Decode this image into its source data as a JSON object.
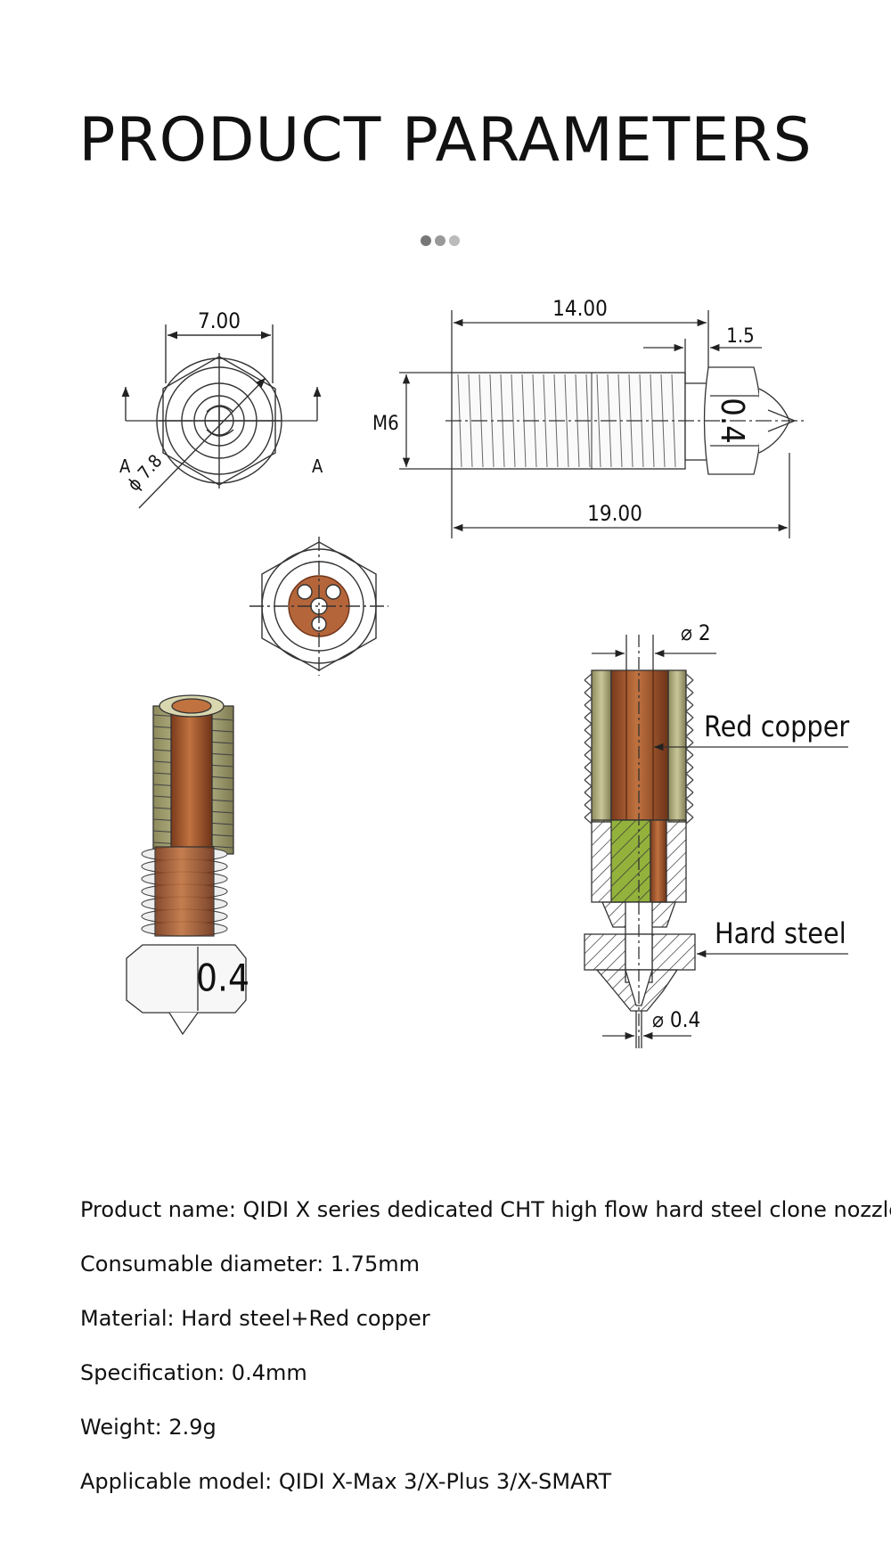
{
  "page": {
    "title": "PRODUCT PARAMETERS",
    "carousel": {
      "dots": 3,
      "active": 0,
      "colors": [
        "#777777",
        "#999999",
        "#bbbbbb"
      ]
    }
  },
  "drawing": {
    "end_view": {
      "width": "7.00",
      "diameter": "ϕ 7.8",
      "section_left": "A",
      "section_right": "A"
    },
    "side_view": {
      "thread_length": "14.00",
      "hex_length": "1.5",
      "thread": "M6",
      "total_length": "19.00",
      "nozzle_mark": "0.4"
    },
    "iso_view": {
      "nozzle_mark": "0.4"
    },
    "section_view": {
      "bore": "⌀ 2",
      "copper_label": "Red copper",
      "steel_label": "Hard steel",
      "orifice": "⌀ 0.4"
    },
    "colors": {
      "copper": "#b5653a",
      "copper_dark": "#7a3a1c",
      "thread_olive": "#9c9a6a",
      "green_fill": "#93b23c",
      "steel": "#f2f2f2",
      "line": "#333333"
    }
  },
  "specs": [
    "Product name: QIDI X series dedicated CHT high flow hard steel clone nozzle",
    "Consumable diameter: 1.75mm",
    "Material: Hard steel+Red copper",
    "Specification: 0.4mm",
    "Weight: 2.9g",
    "Applicable model: QIDI X-Max 3/X-Plus 3/X-SMART"
  ]
}
